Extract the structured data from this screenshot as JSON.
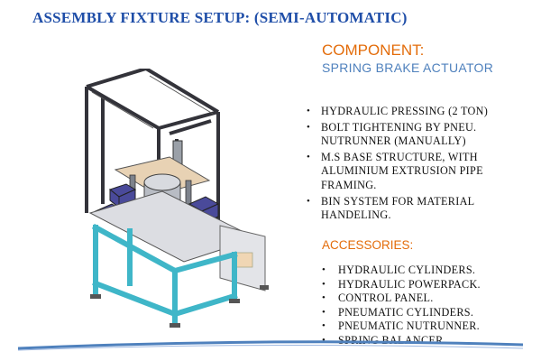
{
  "slide": {
    "title": "ASSEMBLY FIXTURE SETUP: (SEMI-AUTOMATIC)",
    "component_heading": "COMPONENT:",
    "component_name": "SPRING BRAKE ACTUATOR",
    "features": [
      "HYDRAULIC PRESSING (2 TON)",
      "BOLT TIGHTENING BY PNEU. NUTRUNNER (MANUALLY)",
      "M.S BASE STRUCTURE, WITH ALUMINIUM EXTRUSION PIPE FRAMING.",
      "BIN SYSTEM FOR MATERIAL HANDELING."
    ],
    "accessories_heading": "ACCESSORIES:",
    "accessories": [
      "HYDRAULIC CYLINDERS.",
      "HYDRAULIC POWERPACK.",
      "CONTROL PANEL.",
      "PNEUMATIC CYLINDERS.",
      "PNEUMATIC NUTRUNNER.",
      "SPRING BALANCER."
    ]
  },
  "colors": {
    "title": "#1f4ea8",
    "heading_accent": "#e36c0a",
    "component_name": "#4f81bd",
    "frame_cyan": "#3fb6c8",
    "frame_dark": "#33333a",
    "bin_blue": "#4a4a9a",
    "plate_beige": "#e8d2b4"
  },
  "icons": {
    "machine_illustration": "assembly-fixture-machine-drawing"
  }
}
